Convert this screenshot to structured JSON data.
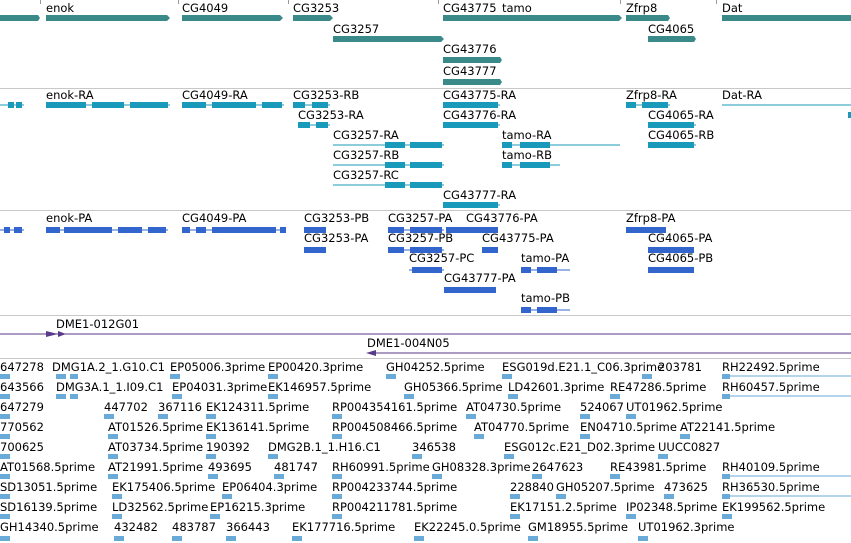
{
  "colors": {
    "gene": "#3a8a8a",
    "transcript": "#1a9aba",
    "protein": "#3366cc",
    "clone": "#5a3a8a",
    "est": "#6aaad8",
    "divider": "#c8c8c8"
  },
  "genes": [
    {
      "label": "enok"
    },
    {
      "label": "CG4049"
    },
    {
      "label": "CG3253"
    },
    {
      "label": "CG3257"
    },
    {
      "label": "CG43775"
    },
    {
      "label": "tamo"
    },
    {
      "label": "CG43776"
    },
    {
      "label": "CG43777"
    },
    {
      "label": "Zfrp8"
    },
    {
      "label": "CG4065"
    },
    {
      "label": "Dat"
    }
  ],
  "transcripts": [
    {
      "label": "enok-RA"
    },
    {
      "label": "CG4049-RA"
    },
    {
      "label": "CG3253-RB"
    },
    {
      "label": "CG3253-RA"
    },
    {
      "label": "CG3257-RA"
    },
    {
      "label": "CG3257-RB"
    },
    {
      "label": "CG3257-RC"
    },
    {
      "label": "CG43775-RA"
    },
    {
      "label": "CG43776-RA"
    },
    {
      "label": "tamo-RA"
    },
    {
      "label": "tamo-RB"
    },
    {
      "label": "CG43777-RA"
    },
    {
      "label": "Zfrp8-RA"
    },
    {
      "label": "CG4065-RA"
    },
    {
      "label": "CG4065-RB"
    },
    {
      "label": "Dat-RA"
    }
  ],
  "proteins": [
    {
      "label": "enok-PA"
    },
    {
      "label": "CG4049-PA"
    },
    {
      "label": "CG3253-PB"
    },
    {
      "label": "CG3253-PA"
    },
    {
      "label": "CG3257-PA"
    },
    {
      "label": "CG3257-PB"
    },
    {
      "label": "CG3257-PC"
    },
    {
      "label": "CG43776-PA"
    },
    {
      "label": "CG43775-PA"
    },
    {
      "label": "tamo-PA"
    },
    {
      "label": "CG43777-PA"
    },
    {
      "label": "tamo-PB"
    },
    {
      "label": "Zfrp8-PA"
    },
    {
      "label": "CG4065-PA"
    },
    {
      "label": "CG4065-PB"
    }
  ],
  "clones": [
    {
      "label": "DME1-012G01"
    },
    {
      "label": "DME1-004N05"
    }
  ],
  "ests": [
    [
      "647278",
      "DMG1A.2_1.G10.C1",
      "EP05006.3prime",
      "EP00420.3prime",
      "GH04252.5prime",
      "ESG019d.E21.1_C06.3prime",
      "203781",
      "RH22492.5prime"
    ],
    [
      "643566",
      "DMG3A.1_1.I09.C1",
      "EP04031.3prime",
      "EK146957.5prime",
      "GH05366.5prime",
      "LD42601.3prime",
      "RE47286.5prime",
      "RH60457.5prime"
    ],
    [
      "647279",
      "447702",
      "367116",
      "EK124311.5prime",
      "RP004354161.5prime",
      "AT04730.5prime",
      "524067",
      "UT01962.5prime"
    ],
    [
      "770562",
      "AT01526.5prime",
      "EK136141.5prime",
      "RP004508466.5prime",
      "AT04770.5prime",
      "EN04710.5prime",
      "AT22141.5prime"
    ],
    [
      "700625",
      "AT03734.5prime",
      "190392",
      "DMG2B.1_1.H16.C1",
      "346538",
      "ESG012c.E21_D02.3prime",
      "UUCC0827"
    ],
    [
      "AT01568.5prime",
      "AT21991.5prime",
      "493695",
      "481747",
      "RH60991.5prime",
      "GH08328.3prime",
      "2647623",
      "RE43981.5prime",
      "RH40109.5prime"
    ],
    [
      "SD13051.5prime",
      "EK175406.5prime",
      "EP06404.3prime",
      "RP004233744.5prime",
      "228840",
      "GH05207.5prime",
      "473625",
      "RH36530.5prime"
    ],
    [
      "SD16139.5prime",
      "LD32562.5prime",
      "EP16215.3prime",
      "RP004211781.5prime",
      "EK17151.2.5prime",
      "IP02348.5prime",
      "EK199562.5prime"
    ],
    [
      "GH14340.5prime",
      "432482",
      "483787",
      "366443",
      "EK177716.5prime",
      "EK22245.0.5prime",
      "GM18955.5prime",
      "UT01962.3prime"
    ]
  ]
}
